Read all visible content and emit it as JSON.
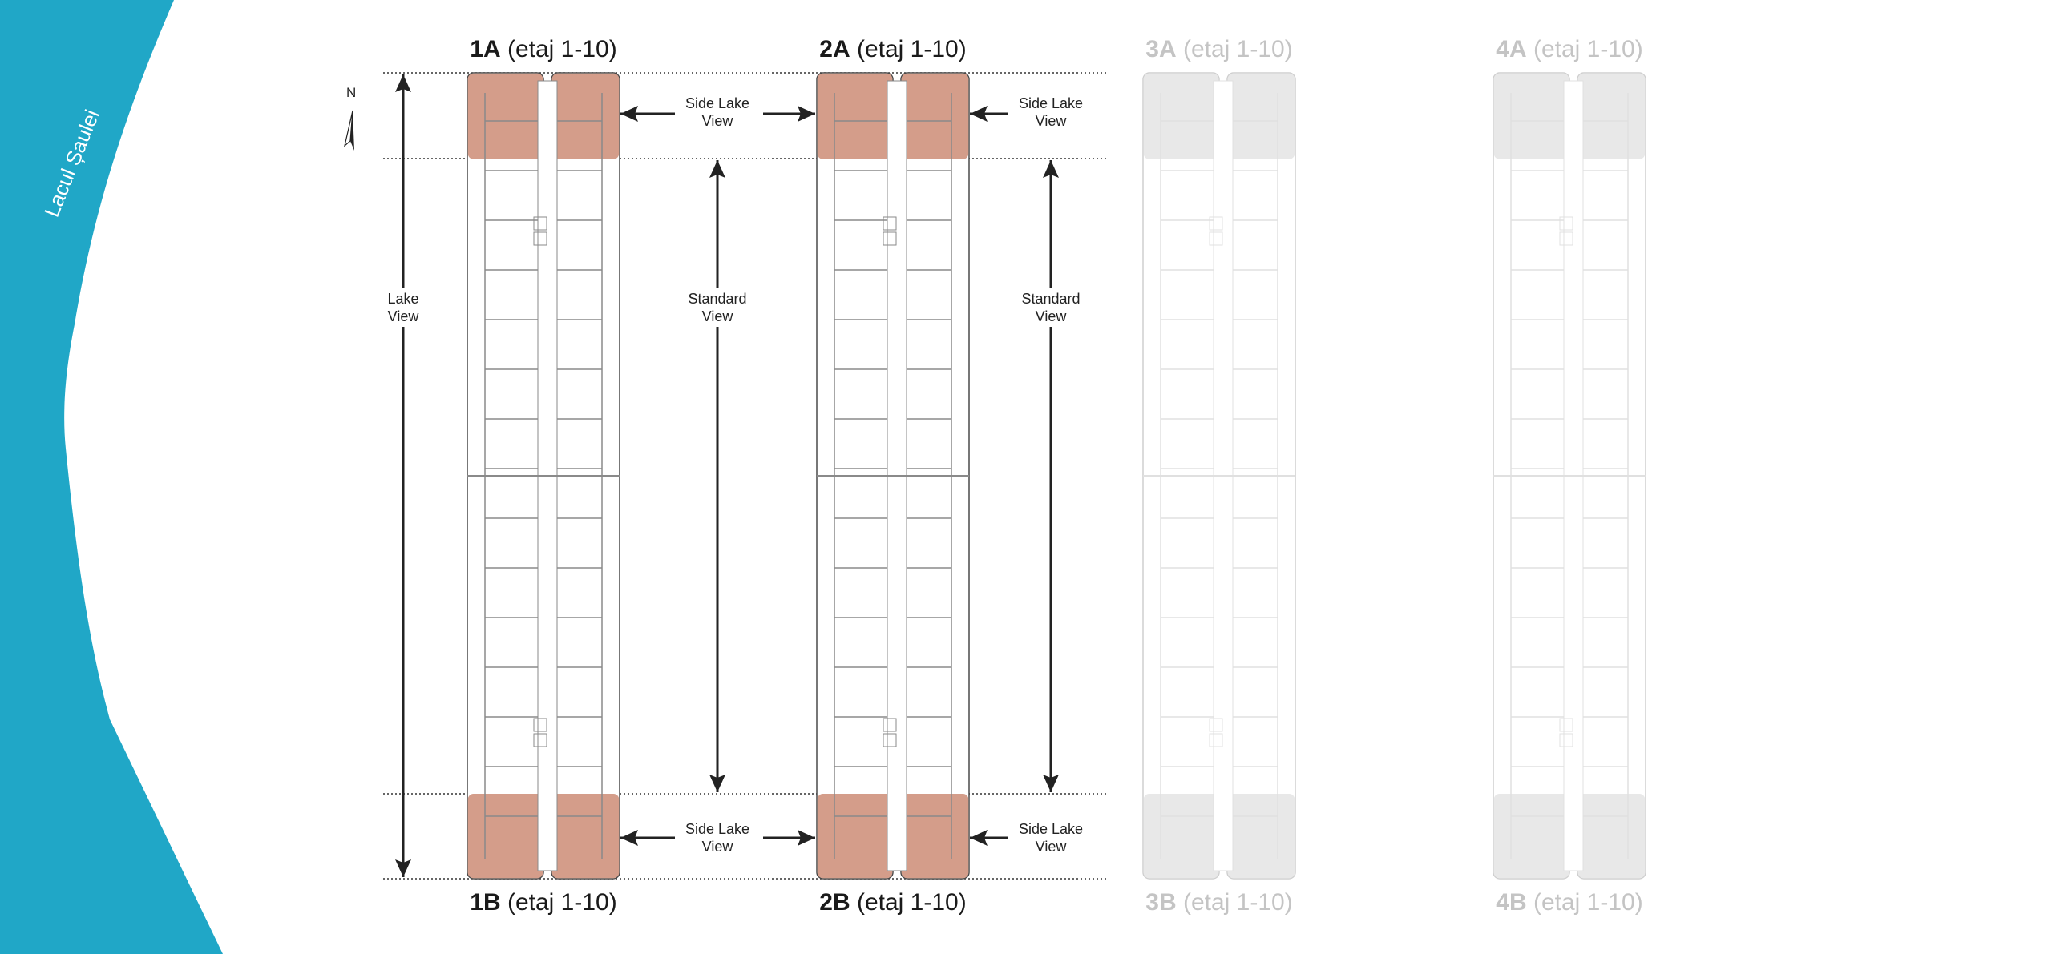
{
  "lake": {
    "name": "Lacul Șaulei",
    "color": "#20a7c7"
  },
  "compass": {
    "label": "N"
  },
  "buildings": [
    {
      "top_code": "1A",
      "bottom_code": "1B",
      "floors": "(etaj 1-10)",
      "active": true
    },
    {
      "top_code": "2A",
      "bottom_code": "2B",
      "floors": "(etaj 1-10)",
      "active": true
    },
    {
      "top_code": "3A",
      "bottom_code": "3B",
      "floors": "(etaj 1-10)",
      "active": false
    },
    {
      "top_code": "4A",
      "bottom_code": "4B",
      "floors": "(etaj 1-10)",
      "active": false
    }
  ],
  "view_labels": {
    "lake_view": [
      "Lake",
      "View"
    ],
    "standard_view": [
      "Standard",
      "View"
    ],
    "side_lake_view": [
      "Side Lake",
      "View"
    ]
  },
  "colors": {
    "highlight": "#d49d8a",
    "inactive_fill": "#e8e8e8",
    "inactive_title": "#c4c4c4"
  }
}
